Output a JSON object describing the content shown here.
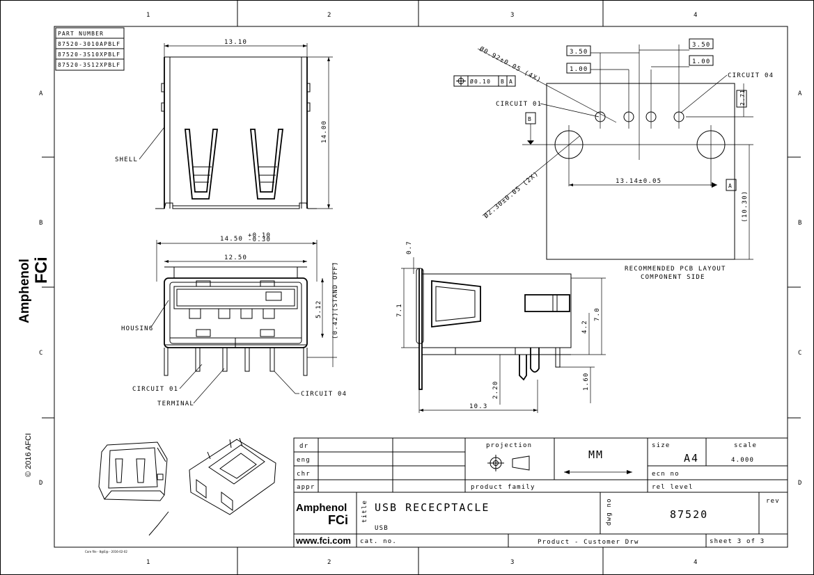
{
  "frame": {
    "columns": [
      "1",
      "2",
      "3",
      "4"
    ],
    "rows": [
      "A",
      "B",
      "C",
      "D"
    ]
  },
  "part_numbers": {
    "header": "PART NUMBER",
    "items": [
      "87520-3010APBLF",
      "87520-3S10XPBLF",
      "87520-3S12XPBLF"
    ]
  },
  "top_view": {
    "width_dim": "13.10",
    "height_dim": "14.00",
    "shell_label": "SHELL"
  },
  "front_view": {
    "width_dim": "14.50",
    "width_tol_plus": "+0.10",
    "width_tol_minus": "-0.30",
    "inner_dim": "12.50",
    "height_dim": "5.12",
    "standoff_dim": "(0.42)(STAND OFF)",
    "housing_label": "HOUSING",
    "circuit1_label": "CIRCUIT 01",
    "circuit4_label": "CIRCUIT 04",
    "terminal_label": "TERMINAL"
  },
  "side_view": {
    "dim_0_7": "0.7",
    "dim_7_1": "7.1",
    "dim_7_0": "7.0",
    "dim_4_2": "4.2",
    "dim_2_20": "2.20",
    "dim_1_60": "1.60",
    "dim_10_3": "10.3"
  },
  "pcb_layout": {
    "small_hole_dim": "Ø0.92±0.05 (4X)",
    "large_hole_dim": "Ø2.30±0.05 (2X)",
    "position_tol": "Ø0.10",
    "datum_b": "B",
    "datum_a": "A",
    "dim_3_50_left": "3.50",
    "dim_1_00_left": "1.00",
    "dim_3_50_right": "3.50",
    "dim_1_00_right": "1.00",
    "dim_2_71": "2.71",
    "dim_13_14": "13.14±0.05",
    "dim_10_30": "(10.30)",
    "circuit1_label": "CIRCUIT 01",
    "circuit4_label": "CIRCUIT 04",
    "caption_line1": "RECOMMENDED PCB LAYOUT",
    "caption_line2": "COMPONENT SIDE"
  },
  "copyright": "© 2016 AFCI",
  "side_brand": {
    "line1": "Amphenol",
    "line2": "FCi"
  },
  "title_block": {
    "dr": "dr",
    "eng": "eng",
    "chr": "chr",
    "appr": "appr",
    "projection": "projection",
    "units": "MM",
    "size_label": "size",
    "size_value": "A4",
    "scale_label": "scale",
    "scale_value": "4.000",
    "ecn_label": "ecn no",
    "rel_label": "rel level",
    "product_family_label": "product family",
    "brand_line1": "Amphenol",
    "brand_line2": "FCi",
    "title_label": "title",
    "title": "USB RECECPTACLE",
    "subtitle": "USB",
    "dwg_label": "dwg no",
    "dwg_no": "87520",
    "rev_label": "rev",
    "website": "www.fci.com",
    "cat_label": "cat. no.",
    "drw_type": "Product - Customer Drw",
    "sheet": "sheet 3 of 3"
  },
  "footer_note": "Core file - 8@E@ - 2016-02-02"
}
